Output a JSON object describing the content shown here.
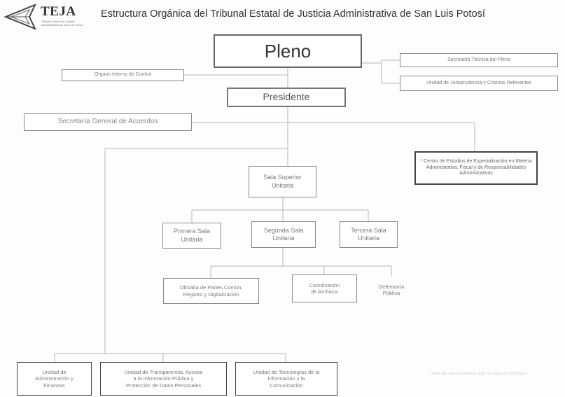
{
  "header": {
    "logo_text": "TEJA",
    "logo_subtext": "Tribunal Estatal de Justicia Administrativa de San Luis Potosí",
    "title": "Estructura Orgánica del Tribunal Estatal de Justicia Administrativa de San Luis Potosí"
  },
  "nodes": {
    "pleno": "Pleno",
    "organo_interno": "Órgano Interno de Control",
    "secretaria_tecnica": "Secretaría Técnica del Pleno",
    "unidad_jurisprudencia": "Unidad de Jurisprudencia y Criterios Relevantes",
    "presidente": "Presidente",
    "secretaria_general": "Secretaría General de Acuerdos",
    "centro_estudios": "* Centro de Estudios de Especialización en Materia Administrativa, Fiscal y de Responsabilidades Administrativas",
    "sala_superior_l1": "Sala Superior",
    "sala_superior_l2": "Unitaria",
    "primera_sala_l1": "Primera Sala",
    "primera_sala_l2": "Unitaria",
    "segunda_sala_l1": "Segunda Sala",
    "segunda_sala_l2": "Unitaria",
    "tercera_sala_l1": "Tercera Sala",
    "tercera_sala_l2": "Unitaria",
    "oficialia_l1": "Oficialía de Partes Común,",
    "oficialia_l2": "Registro y Digitalización",
    "coordinacion_l1": "Coordinación",
    "coordinacion_l2": "de Archivos",
    "defensoria_l1": "Defensoría",
    "defensoria_l2": "Pública",
    "unidad_admin_l1": "Unidad de",
    "unidad_admin_l2": "Administración y",
    "unidad_admin_l3": "Finanzas",
    "unidad_transp_l1": "Unidad de Transparencia, Acceso",
    "unidad_transp_l2": "a la Información Pública y",
    "unidad_transp_l3": "Protección de Datos Personales",
    "unidad_tec_l1": "Unidad de Tecnologías de la",
    "unidad_tec_l2": "Información y la",
    "unidad_tec_l3": "Comunicación"
  },
  "footnote": "* Área de nueva creación, aún no entra en funciones"
}
